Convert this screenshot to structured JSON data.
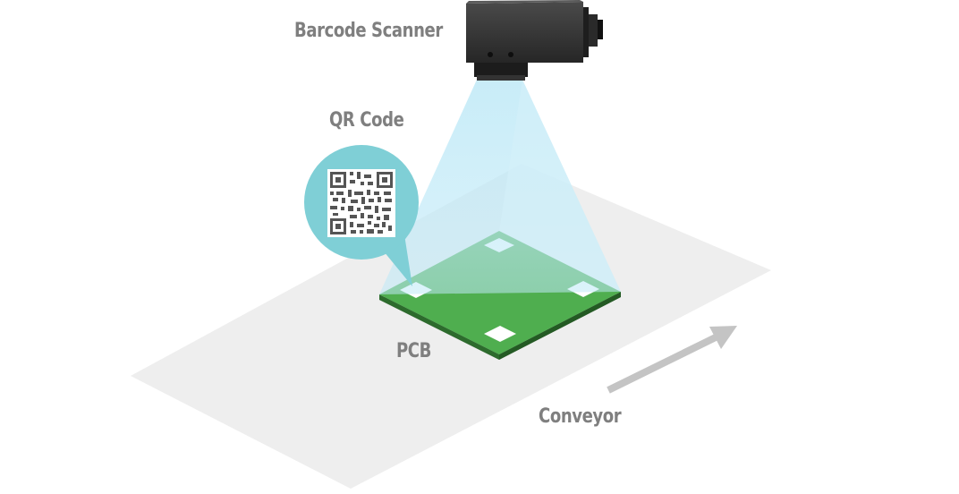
{
  "labels": {
    "scanner": "Barcode Scanner",
    "qr_code": "QR Code",
    "pcb": "PCB",
    "conveyor": "Conveyor"
  },
  "colors": {
    "conveyor_surface": "#eeeeee",
    "pcb_green": "#4fae4f",
    "pcb_edge": "#2d6b2d",
    "scan_beam": "#bfe9f7",
    "qr_bubble": "#7fcfd6",
    "scanner_body": "#3a3a3a",
    "label_text": "#7f7f7f",
    "arrow": "#c4c4c4"
  }
}
